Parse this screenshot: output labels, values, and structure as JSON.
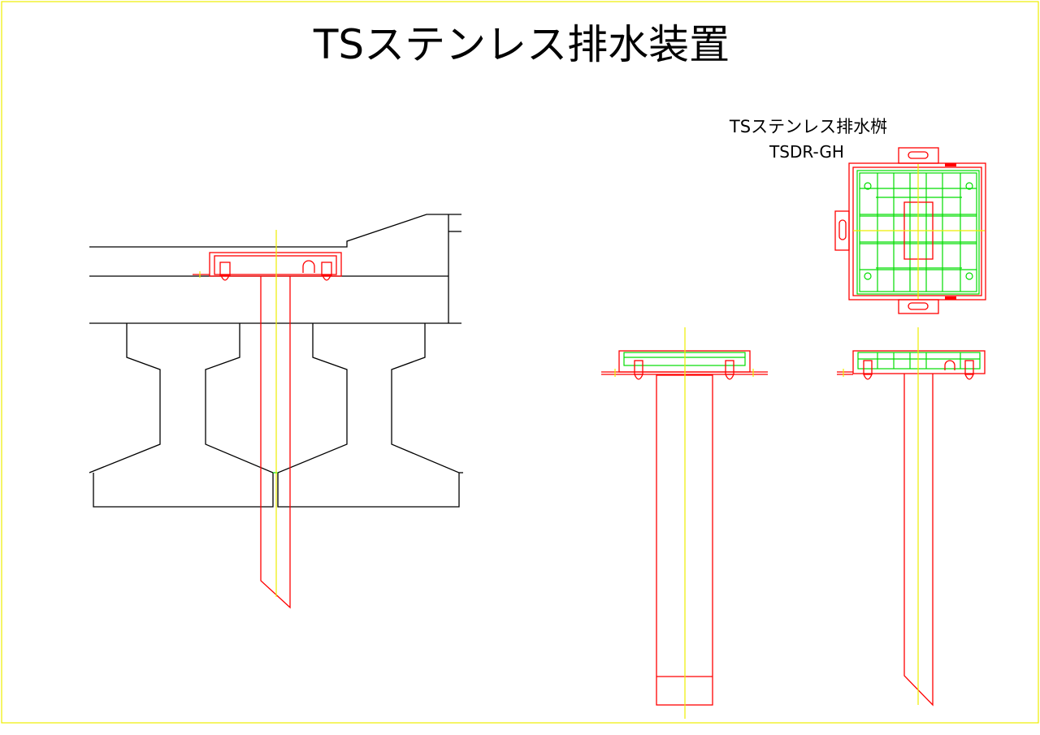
{
  "title": "TSステンレス排水装置",
  "product": {
    "name": "TSステンレス排水桝",
    "model": "TSDR-GH"
  },
  "colors": {
    "frame": "#eeee00",
    "structure": "#000000",
    "drain": "#ff0000",
    "grating": "#00dd00",
    "centerline": "#eeee00"
  }
}
